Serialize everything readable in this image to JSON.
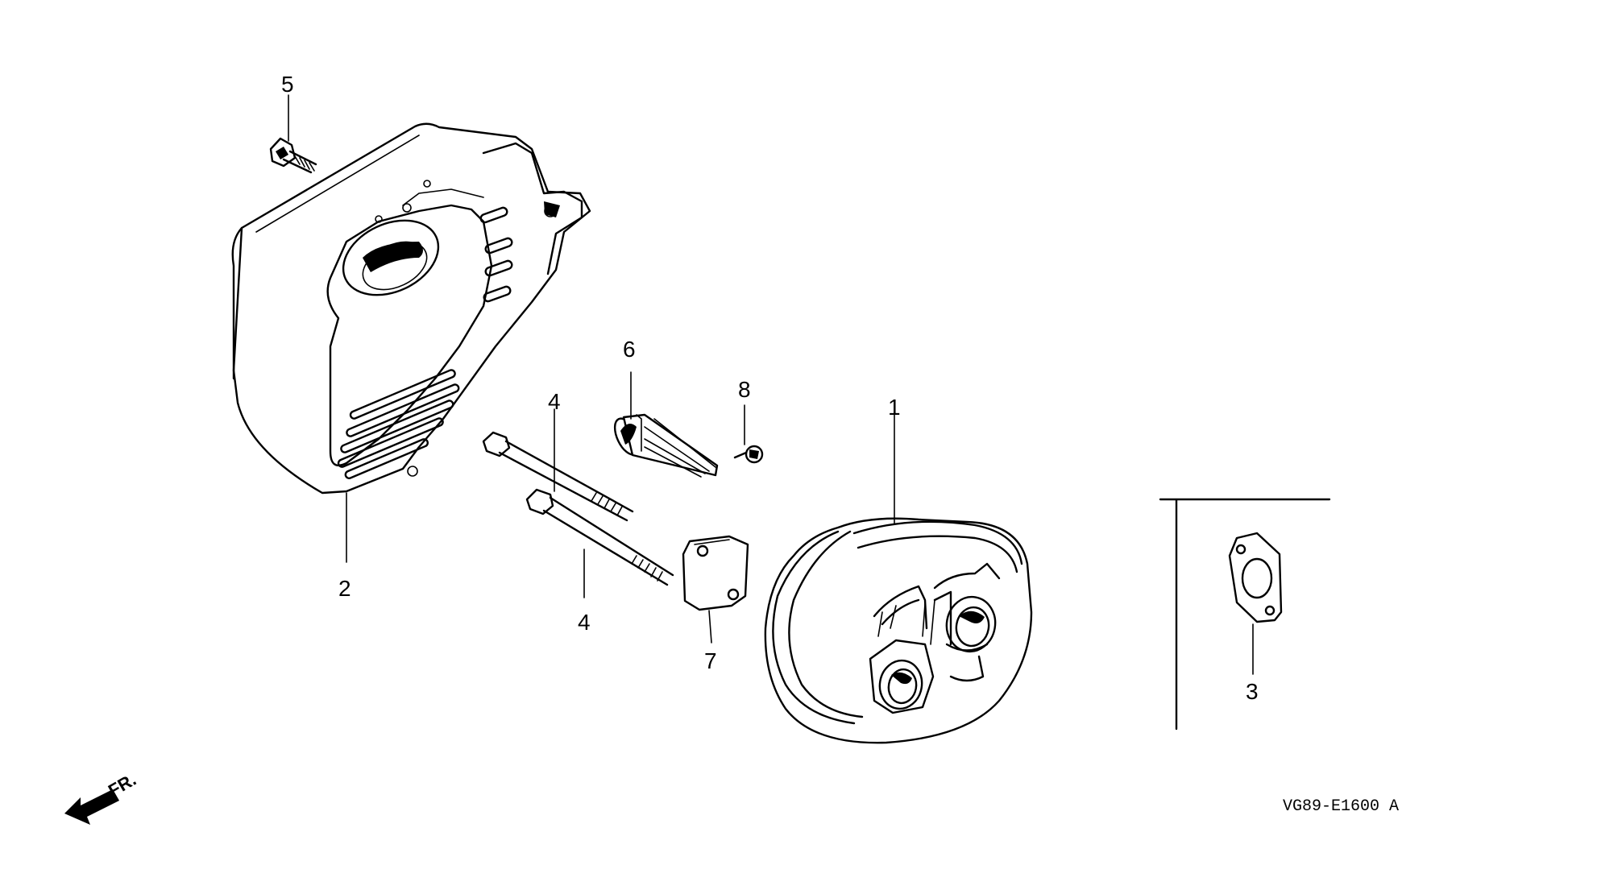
{
  "callouts": {
    "c1": "1",
    "c2": "2",
    "c3": "3",
    "c4a": "4",
    "c4b": "4",
    "c5": "5",
    "c6": "6",
    "c7": "7",
    "c8": "8"
  },
  "front_marker": "FR.",
  "diagram_code": "VG89-E1600 A"
}
